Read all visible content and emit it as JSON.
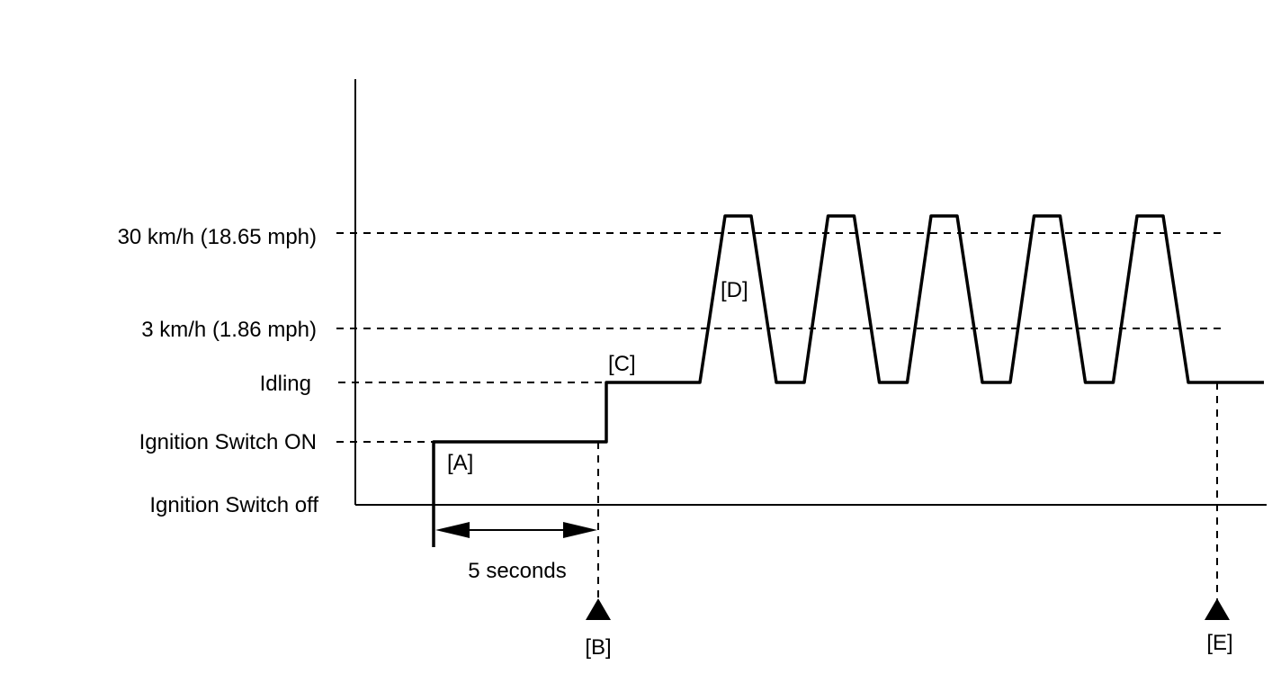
{
  "levels": [
    {
      "label": "30 km/h (18.65 mph)"
    },
    {
      "label": "3 km/h (1.86 mph)"
    },
    {
      "label": "Idling"
    },
    {
      "label": "Ignition Switch ON"
    },
    {
      "label": "Ignition Switch off"
    }
  ],
  "duration_label": "5 seconds",
  "markers": {
    "A": "[A]",
    "B": "[B]",
    "C": "[C]",
    "D": "[D]",
    "E": "[E]"
  },
  "speed_cycles": 5
}
